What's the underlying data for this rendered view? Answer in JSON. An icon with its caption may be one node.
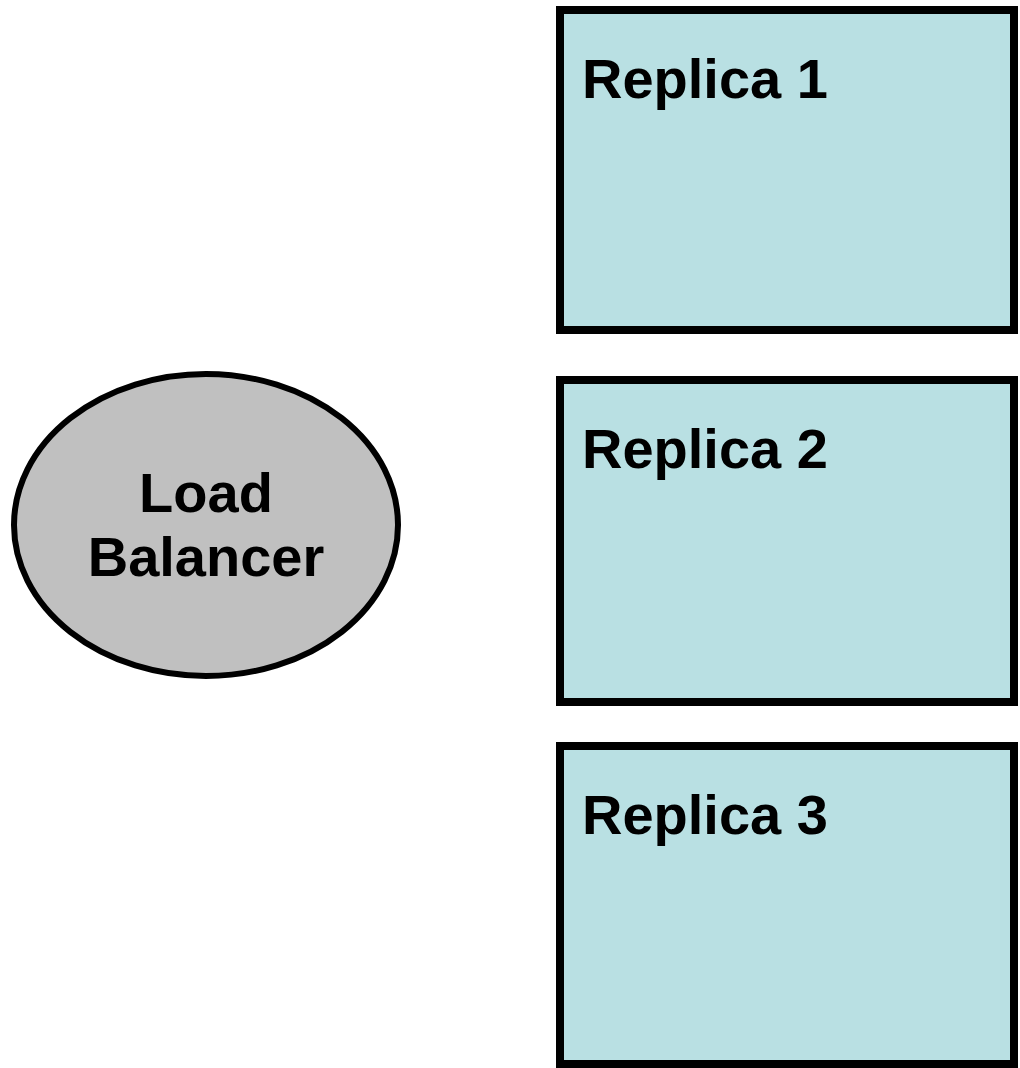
{
  "diagram": {
    "nodes": [
      {
        "text": [
          "Replica 1"
        ]
      },
      {
        "text": [
          "Load Balancer"
        ]
      },
      {
        "text": [
          "Replica 2"
        ]
      },
      {
        "text": [
          "Replica 3"
        ]
      }
    ]
  }
}
